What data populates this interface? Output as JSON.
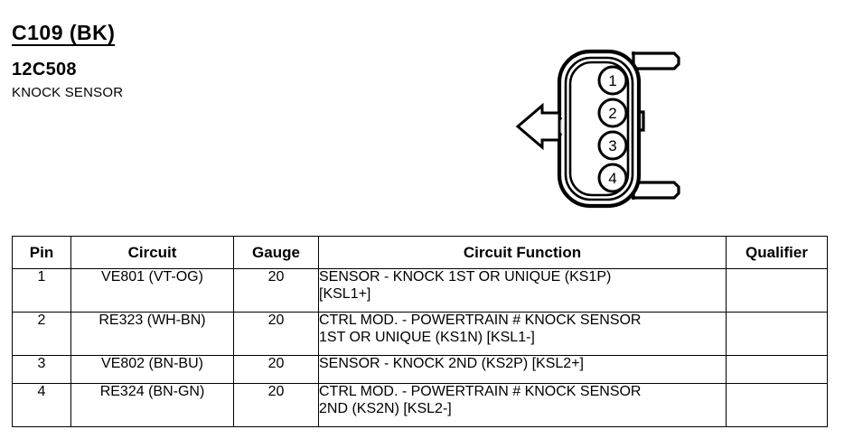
{
  "header": {
    "connector_id": "C109 (BK)",
    "part_number": "12C508",
    "component_name": "KNOCK SENSOR"
  },
  "connector": {
    "pin_labels": [
      "1",
      "2",
      "3",
      "4"
    ],
    "orientation_arrow": "left-arrow-indicator",
    "outline_color": "#000000",
    "fill_color": "#ffffff"
  },
  "table": {
    "headers": {
      "pin": "Pin",
      "circuit": "Circuit",
      "gauge": "Gauge",
      "function": "Circuit Function",
      "qualifier": "Qualifier"
    },
    "rows": [
      {
        "pin": "1",
        "circuit": "VE801 (VT-OG)",
        "gauge": "20",
        "function_line1": "SENSOR - KNOCK 1ST OR UNIQUE (KS1P)",
        "function_line2": "[KSL1+]",
        "qualifier": ""
      },
      {
        "pin": "2",
        "circuit": "RE323 (WH-BN)",
        "gauge": "20",
        "function_line1": "CTRL MOD. - POWERTRAIN # KNOCK SENSOR",
        "function_line2": "1ST OR UNIQUE (KS1N) [KSL1-]",
        "qualifier": ""
      },
      {
        "pin": "3",
        "circuit": "VE802 (BN-BU)",
        "gauge": "20",
        "function_line1": "SENSOR - KNOCK 2ND (KS2P) [KSL2+]",
        "function_line2": "",
        "qualifier": ""
      },
      {
        "pin": "4",
        "circuit": "RE324 (BN-GN)",
        "gauge": "20",
        "function_line1": "CTRL MOD. - POWERTRAIN # KNOCK SENSOR",
        "function_line2": "2ND (KS2N) [KSL2-]",
        "qualifier": ""
      }
    ]
  }
}
